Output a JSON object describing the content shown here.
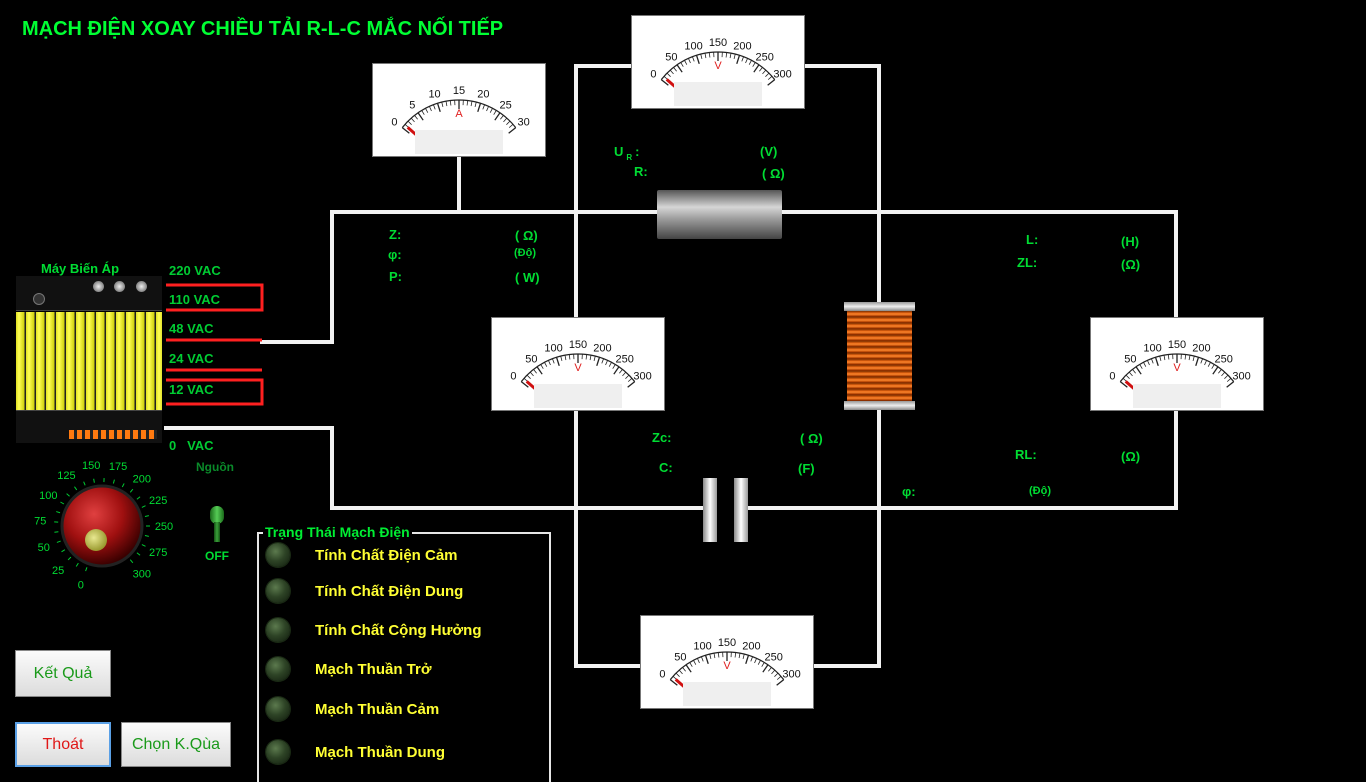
{
  "title": "MẠCH ĐIỆN XOAY CHIỀU TẢI R-L-C MẮC NỐI TIẾP",
  "transformer": {
    "label": "Máy Biến Áp",
    "taps": [
      "220 VAC",
      "110 VAC",
      "48  VAC",
      "24  VAC",
      "12  VAC",
      "0   VAC"
    ]
  },
  "power": {
    "label": "Nguồn",
    "state": "OFF"
  },
  "knob": {
    "scale": [
      "0",
      "25",
      "50",
      "75",
      "100",
      "125",
      "150",
      "175",
      "200",
      "225",
      "250",
      "275",
      "300"
    ]
  },
  "ammeter": {
    "unit": "A",
    "scale": [
      "0",
      "5",
      "10",
      "15",
      "20",
      "25",
      "30"
    ]
  },
  "voltmeter": {
    "unit": "V",
    "scale": [
      "0",
      "50",
      "100",
      "150",
      "200",
      "250",
      "300"
    ]
  },
  "resistor_info": {
    "ur_label": "U",
    "ur_sub": "R",
    "ur_colon": ":",
    "ur_unit": "(V)",
    "r_label": "R:",
    "r_unit": "( Ω)"
  },
  "circuit_info": {
    "z_label": "Z:",
    "z_unit": "( Ω)",
    "phi_label": "φ:",
    "phi_unit": "(Độ)",
    "p_label": "P:",
    "p_unit": "( W)"
  },
  "inductor_info": {
    "l_label": "L:",
    "l_unit": "(H)",
    "zl_label": "ZL:",
    "zl_unit": "(Ω)",
    "rl_label": "RL:",
    "rl_unit": "(Ω)",
    "phi_label": "φ:",
    "phi_unit": "(Độ)"
  },
  "capacitor_info": {
    "zc_label": "Zc:",
    "zc_unit": "( Ω)",
    "c_label": "C:",
    "c_unit": "(F)"
  },
  "status": {
    "legend": "Trạng Thái Mạch Điện",
    "items": [
      "Tính Chất Điện Cảm",
      "Tính Chất Điện Dung",
      "Tính Chất Cộng Hưởng",
      "Mạch Thuần Trở",
      "Mạch Thuần Cảm",
      "Mạch Thuần Dung"
    ]
  },
  "buttons": {
    "result": "Kết Quả",
    "exit": "Thoát",
    "choose": "Chọn K.Qùa"
  },
  "colors": {
    "text_green": "#00dd33",
    "status_yellow": "#ffff33",
    "wire": "#f2f2f2",
    "accent_red": "#ff2020"
  }
}
